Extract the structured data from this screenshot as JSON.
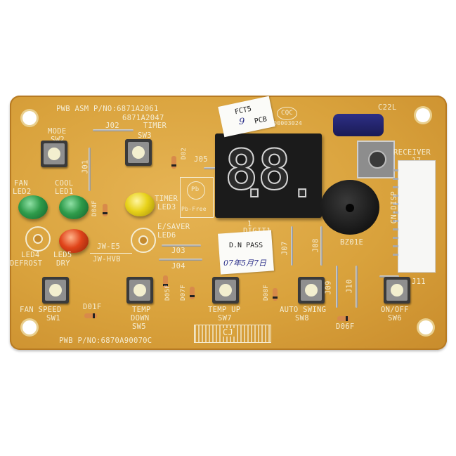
{
  "board": {
    "header_line1": "PWB ASM P/NO:6871A2061",
    "header_line2": "6871A2047",
    "footer": "PWB P/NO:6870A90070C",
    "logo": "CQC",
    "cert_no": "000003024"
  },
  "labels": {
    "mode": "MODE",
    "sw2": "SW2",
    "timer": "TIMER",
    "j02": "J02",
    "sw3": "SW3",
    "j01": "J01",
    "d02": "D02",
    "j05": "J05",
    "fan": "FAN",
    "led2": "LED2",
    "cool": "COOL",
    "led1": "LED1",
    "d04": "D04F",
    "timer_led": "TIMER",
    "led3": "LED3",
    "esaver": "E/SAVER",
    "led6": "LED6",
    "led4": "LED4",
    "defrost": "DEFROST",
    "led5": "LED5",
    "dry": "DRY",
    "jw_e5": "JW-E5",
    "jw_hvb": "JW-HVB",
    "j03": "J03",
    "j04": "J04",
    "digit1": "DIGIT1",
    "digit1_pin": "1",
    "j07": "J07",
    "j08": "J08",
    "bz01e": "BZ01E",
    "cn_disp": "CN-DISP",
    "c22l": "C22L",
    "receiver": "RECEIVER",
    "receiver_pin": "17",
    "j09": "J09",
    "j10": "J10",
    "j11": "J11",
    "fan_speed": "FAN SPEED",
    "sw1": "SW1",
    "d01": "D01F",
    "temp_down": "TEMP",
    "temp_down2": "DOWN",
    "sw5": "SW5",
    "d05": "D05F",
    "d07": "D07F",
    "temp_up": "TEMP UP",
    "sw7": "SW7",
    "d08": "D08F",
    "auto_swing": "AUTO SWING",
    "sw8": "SW8",
    "d06": "D06F",
    "on_off": "ON/OFF",
    "sw6": "SW6",
    "pb_free": "Pb-Free",
    "pb": "Pb",
    "cj": "CJ"
  },
  "display": {
    "digits": "88",
    "dots": ".."
  },
  "stickers": {
    "fct": "FCT5",
    "fct_code": "9",
    "fct_mark": "PCB",
    "pass": "D.N PASS",
    "pass_date": "07年5月7日"
  },
  "colors": {
    "board": "#d9a23c",
    "silkscreen": "#f4ecd2",
    "led_green": "#2e9b4a",
    "led_yellow": "#e8d21a",
    "led_red": "#e0441a",
    "display": "#1b1b1b"
  }
}
